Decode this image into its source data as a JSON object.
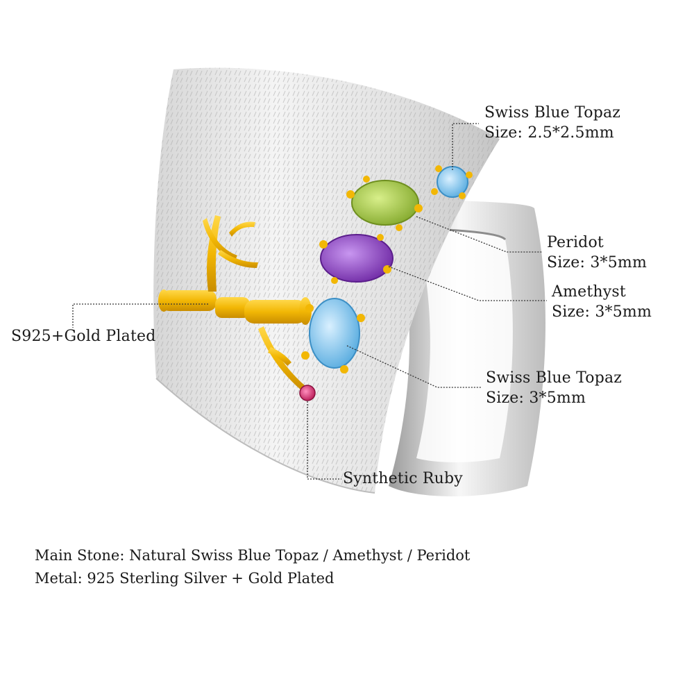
{
  "product": {
    "callouts": [
      {
        "name": "Swiss Blue Topaz",
        "size": "Size: 2.5*2.5mm"
      },
      {
        "name": "Peridot",
        "size": "Size: 3*5mm"
      },
      {
        "name": "Amethyst",
        "size": "Size: 3*5mm"
      },
      {
        "name": "Swiss Blue Topaz",
        "size": "Size: 3*5mm"
      },
      {
        "name": "Synthetic Ruby"
      },
      {
        "name": "S925+Gold Plated"
      }
    ],
    "specs": [
      "Main Stone: Natural Swiss Blue Topaz / Amethyst / Peridot",
      "Metal: 925 Sterling Silver + Gold Plated"
    ]
  },
  "colors": {
    "background": "#ffffff",
    "silver": "#d9d9d9",
    "gold": "#f2b705",
    "peridot": "#9dc23b",
    "amethyst": "#8a3fc0",
    "swiss_blue_topaz": "#7fc4ea",
    "ruby": "#d8306e"
  }
}
